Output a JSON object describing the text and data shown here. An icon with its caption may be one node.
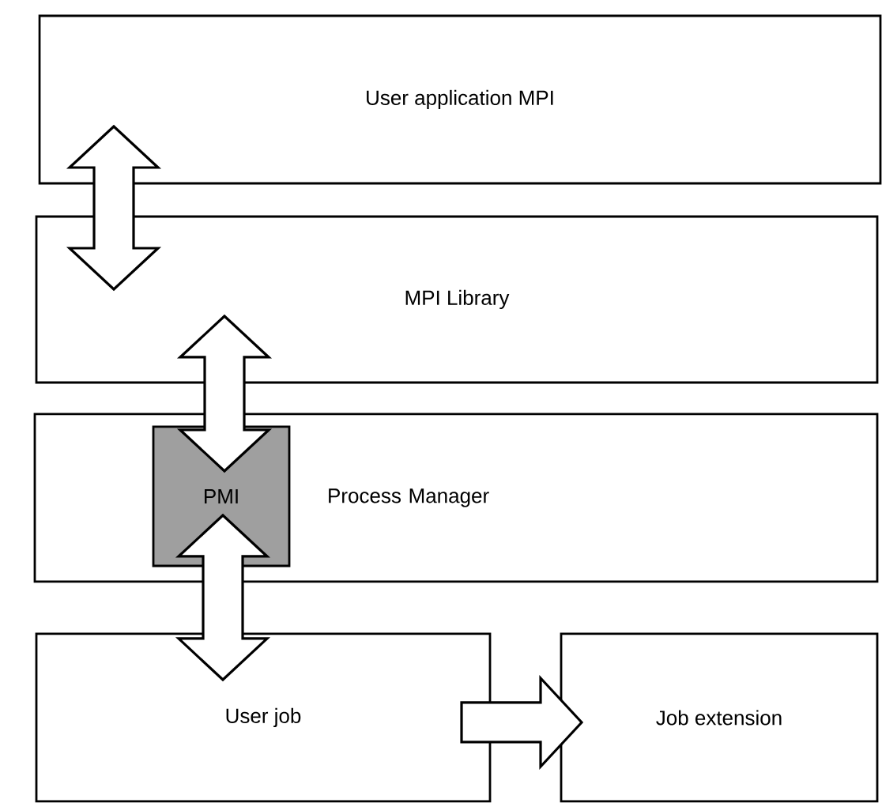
{
  "diagram": {
    "nodes": [
      {
        "text": [
          "User application MPI"
        ]
      },
      {
        "text": [
          "MPI Library"
        ]
      },
      {
        "text": [
          "Process Manager"
        ]
      },
      {
        "text": [
          "PMI"
        ],
        "in": 2
      },
      {
        "text": [
          "User job"
        ]
      },
      {
        "text": [
          "Job extension"
        ]
      }
    ],
    "edges": [
      {
        "from": 0,
        "to": 1,
        "arrow": "both"
      },
      {
        "from": 1,
        "to": 3,
        "arrow": "both"
      },
      {
        "from": 3,
        "to": 4,
        "arrow": "both"
      },
      {
        "from": 4,
        "to": 5,
        "arrow": "to"
      }
    ]
  }
}
